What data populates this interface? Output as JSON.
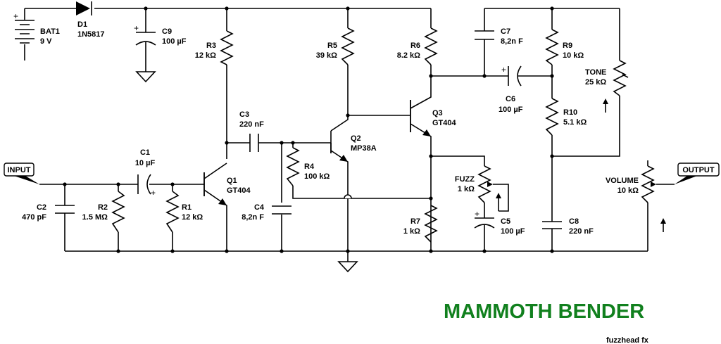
{
  "title": "MAMMOTH BENDER",
  "credit": "fuzzhead fx",
  "colors": {
    "title": "#11801e",
    "wire": "#000000",
    "background": "#ffffff"
  },
  "ports": {
    "input": "INPUT",
    "output": "OUTPUT"
  },
  "polarity": {
    "plus": "+"
  },
  "components": {
    "bat1": {
      "ref": "BAT1",
      "value": "9 V"
    },
    "d1": {
      "ref": "D1",
      "value": "1N5817"
    },
    "c9": {
      "ref": "C9",
      "value": "100 µF"
    },
    "r3": {
      "ref": "R3",
      "value": "12 kΩ"
    },
    "r5": {
      "ref": "R5",
      "value": "39 kΩ"
    },
    "r6": {
      "ref": "R6",
      "value": "8.2 kΩ"
    },
    "c7": {
      "ref": "C7",
      "value": "8,2n F"
    },
    "r9": {
      "ref": "R9",
      "value": "10 kΩ"
    },
    "tone": {
      "ref": "TONE",
      "value": "25 kΩ"
    },
    "c6": {
      "ref": "C6",
      "value": "100 µF"
    },
    "c3": {
      "ref": "C3",
      "value": "220 nF"
    },
    "q2": {
      "ref": "Q2",
      "value": "MP38A"
    },
    "q3": {
      "ref": "Q3",
      "value": "GT404"
    },
    "r10": {
      "ref": "R10",
      "value": "5.1 kΩ"
    },
    "c1": {
      "ref": "C1",
      "value": "10 µF"
    },
    "r4": {
      "ref": "R4",
      "value": "100 kΩ"
    },
    "q1": {
      "ref": "Q1",
      "value": "GT404"
    },
    "fuzz": {
      "ref": "FUZZ",
      "value": "1 kΩ"
    },
    "volume": {
      "ref": "VOLUME",
      "value": "10 kΩ"
    },
    "c2": {
      "ref": "C2",
      "value": "470 pF"
    },
    "r2": {
      "ref": "R2",
      "value": "1.5 MΩ"
    },
    "r1": {
      "ref": "R1",
      "value": "12 kΩ"
    },
    "c4": {
      "ref": "C4",
      "value": "8,2n F"
    },
    "r7": {
      "ref": "R7",
      "value": "1 kΩ"
    },
    "c5": {
      "ref": "C5",
      "value": "100 µF"
    },
    "c8": {
      "ref": "C8",
      "value": "220 nF"
    }
  }
}
